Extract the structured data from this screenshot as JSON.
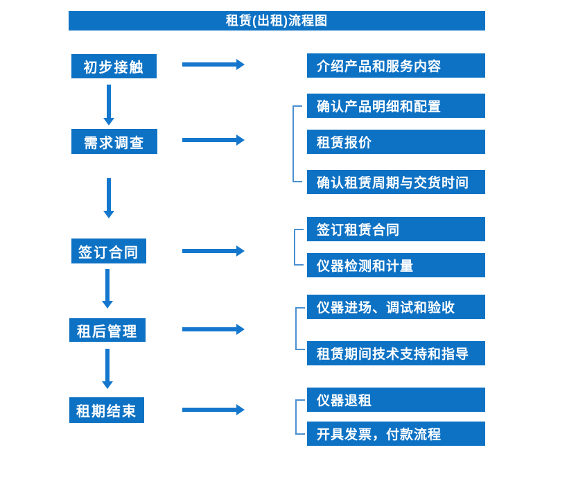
{
  "title": "租赁(出租)流程图",
  "colors": {
    "box_blue": "#0e72c4",
    "arrow_blue": "#1477cd",
    "bracket_blue": "#4a90d0",
    "text_white": "#ffffff",
    "background": "#ffffff"
  },
  "steps": [
    {
      "label": "初步接触",
      "details": [
        "介绍产品和服务内容"
      ]
    },
    {
      "label": "需求调查",
      "details": [
        "确认产品明细和配置",
        "租赁报价",
        "确认租赁周期与交货时间"
      ]
    },
    {
      "label": "签订合同",
      "details": [
        "签订租赁合同",
        "仪器检测和计量"
      ]
    },
    {
      "label": "租后管理",
      "details": [
        "仪器进场、调试和验收",
        "租赁期间技术支持和指导"
      ]
    },
    {
      "label": "租期结束",
      "details": [
        "仪器退租",
        "开具发票，付款流程"
      ]
    }
  ]
}
